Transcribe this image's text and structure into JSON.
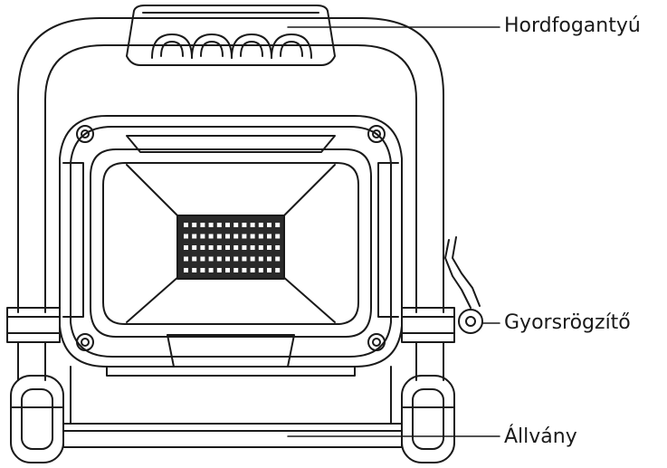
{
  "labels": {
    "handle": "Hordfogantyú",
    "quick_clamp": "Gyorsrögzítő",
    "stand": "Állvány"
  },
  "colors": {
    "line": "#1a1a1a",
    "background": "#ffffff",
    "led_panel": "#2a2a2a"
  }
}
